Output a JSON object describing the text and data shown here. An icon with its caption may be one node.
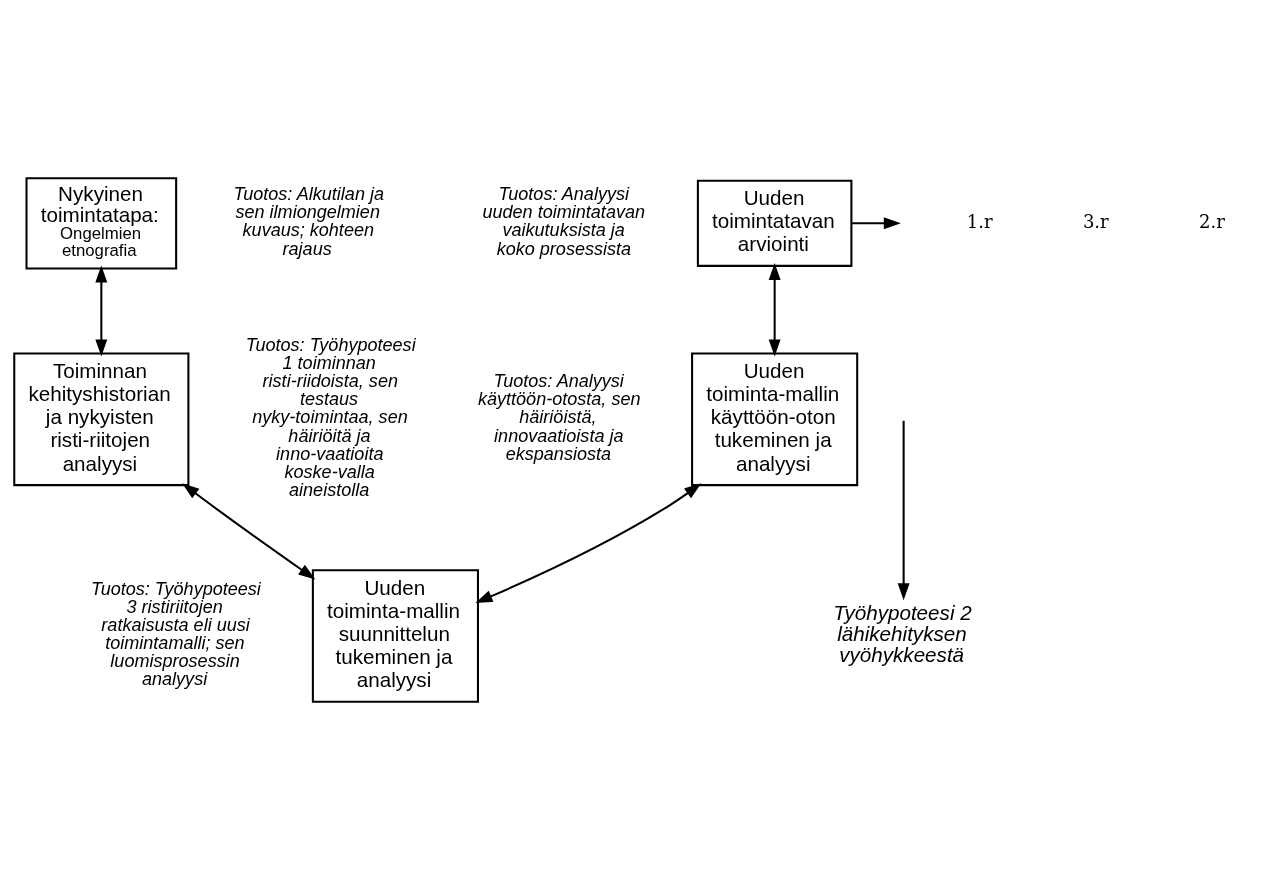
{
  "diagram": {
    "nodes": [
      {
        "text": [
          "Uuden toimintatavan arviointi"
        ],
        "beside": [
          "Tuotos: Analyysi uuden toimintatavan vaikutuksista ja koko prosessista"
        ]
      },
      {
        "text": [
          "Nykyinen toimintatapa:",
          "Ongelmien etnografia"
        ],
        "beside": [
          "Tuotos: Alkutilan ja sen ilmiongelmien kuvaus; kohteen rajaus"
        ]
      },
      {
        "text": [
          "Toiminnan kehityshistorian ja nykyisten risti-riitojen analyysi"
        ],
        "beside": [
          "Tuotos: Työhypoteesi 1 toiminnan risti-riidoista, sen testaus nyky-toimintaa, sen häiriöitä ja inno-vaatioita koske-valla aineistolla"
        ]
      },
      {
        "text": [
          "Uuden toiminta-mallin suunnittelun tukeminen ja analyysi"
        ],
        "beside": [
          "Tuotos: Työhypoteesi 3 ristiriitojen ratkaisusta eli uusi toimintamalli; sen luomisprosessin analyysi"
        ]
      },
      {
        "text": [
          "Uuden toiminta-mallin käyttöön-oton tukeminen ja analyysi"
        ],
        "beside": [
          "Tuotos: Analyysi käyttöön-otosta, sen häiriöistä, innovaatioista ja ekspansiosta"
        ]
      },
      {
        "text": [
          "Työhypoteesi 2 lähikehityksen vyöhykkeestä"
        ]
      }
    ],
    "edges": [
      {
        "from": 0,
        "to": null,
        "arrow": "to"
      },
      {
        "from": 1,
        "to": 2,
        "arrow": "both"
      },
      {
        "from": 2,
        "to": 3,
        "arrow": "both"
      },
      {
        "from": 3,
        "to": 4,
        "arrow": "both"
      },
      {
        "from": 4,
        "to": 0,
        "arrow": "both"
      },
      {
        "from": null,
        "to": 5,
        "arrow": "to"
      }
    ],
    "labels": [
      "1.r",
      "3.r",
      "2.r"
    ]
  }
}
